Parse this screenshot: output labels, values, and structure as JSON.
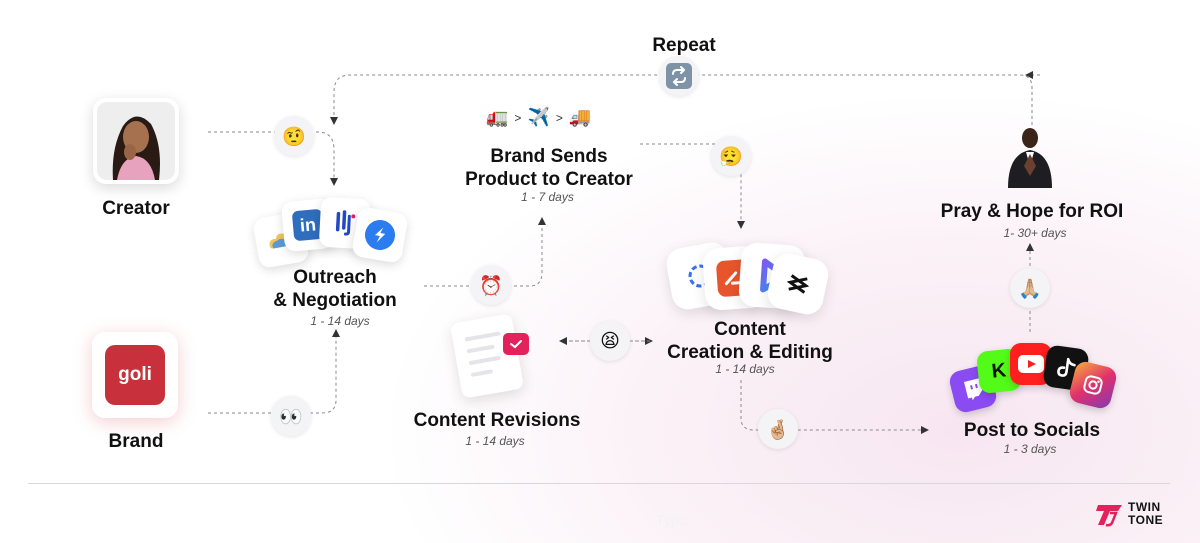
{
  "colors": {
    "accent": "#e3225c",
    "connector": "#8a8a8f",
    "goli": "#c8313b"
  },
  "nodes": {
    "creator": {
      "label": "Creator"
    },
    "brand": {
      "label": "Brand",
      "logo_text": "goli"
    },
    "repeat": {
      "label": "Repeat"
    },
    "outreach": {
      "label_line1": "Outreach",
      "label_line2": "& Negotiation",
      "days": "1 - 14 days",
      "app_icons": [
        "cloud-app-icon",
        "linkedin-icon",
        "bracket-app-icon",
        "lightning-app-icon"
      ]
    },
    "brand_sends": {
      "label_line1": "Brand Sends",
      "label_line2": "Product to Creator",
      "days": "1 - 7 days",
      "shipping_sequence": [
        "🚛",
        ">",
        "✈️",
        ">",
        "🚚"
      ]
    },
    "content_creation": {
      "label_line1": "Content",
      "label_line2": "Creation & Editing",
      "days": "1 - 14 days",
      "app_icons": [
        "ring-app-icon",
        "editor-app-icon",
        "play-app-icon",
        "capcut-icon"
      ]
    },
    "content_revisions": {
      "label": "Content Revisions",
      "days": "1 - 14 days"
    },
    "post_socials": {
      "label": "Post to Socials",
      "days": "1 - 3 days",
      "app_icons": [
        "twitch-icon",
        "kick-icon",
        "youtube-icon",
        "tiktok-icon",
        "instagram-icon"
      ],
      "kick_letter": "K"
    },
    "pray": {
      "label": "Pray & Hope for ROI",
      "days": "1- 30+ days"
    }
  },
  "emojis": {
    "creator_to_outreach": "🤨",
    "brand_to_outreach": "👀",
    "repeat": "🔁",
    "outreach_to_shipping": "⏰",
    "shipping_to_content": "😮‍💨",
    "revisions": "😫",
    "content_to_post": "🤞🏼",
    "post_to_pray": "🙏🏼",
    "ship_arrow_1": "🚛",
    "ship_arrow_2": "✈️",
    "ship_arrow_3": "🚚"
  },
  "footer": {
    "brand_line1": "TWIN",
    "brand_line2": "TONE",
    "watermark": "Typo"
  }
}
